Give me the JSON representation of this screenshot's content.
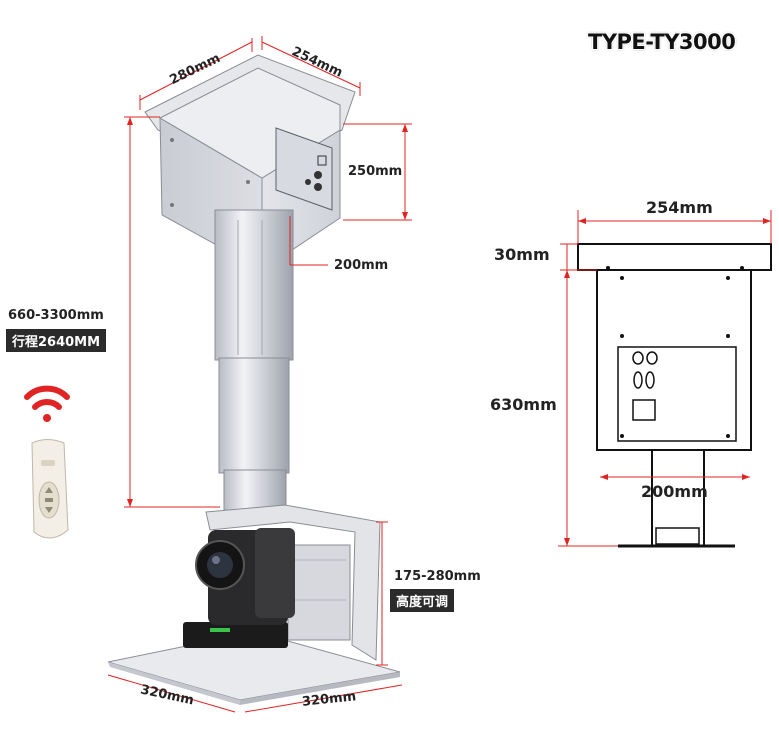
{
  "title": "TYPE-TY3000",
  "left_figure": {
    "dim_top_left": "280mm",
    "dim_top_right": "254mm",
    "dim_box_height": "250mm",
    "dim_pole": "200mm",
    "dim_travel_range": "660-3300mm",
    "dim_travel_tag": "行程2640MM",
    "dim_platform_height": "175-280mm",
    "dim_platform_tag": "高度可调",
    "dim_base_left": "320mm",
    "dim_base_right": "320mm"
  },
  "right_figure": {
    "dim_width": "254mm",
    "dim_flange": "30mm",
    "dim_height": "630mm",
    "dim_pole": "200mm"
  },
  "colors": {
    "dimension_line": "#e02424",
    "wifi_signal": "#e02424",
    "drawing_line": "#111111",
    "metal": "#d6d8de"
  },
  "icons": [
    "wifi-signal-icon",
    "remote-control-icon",
    "ptz-camera-icon"
  ]
}
